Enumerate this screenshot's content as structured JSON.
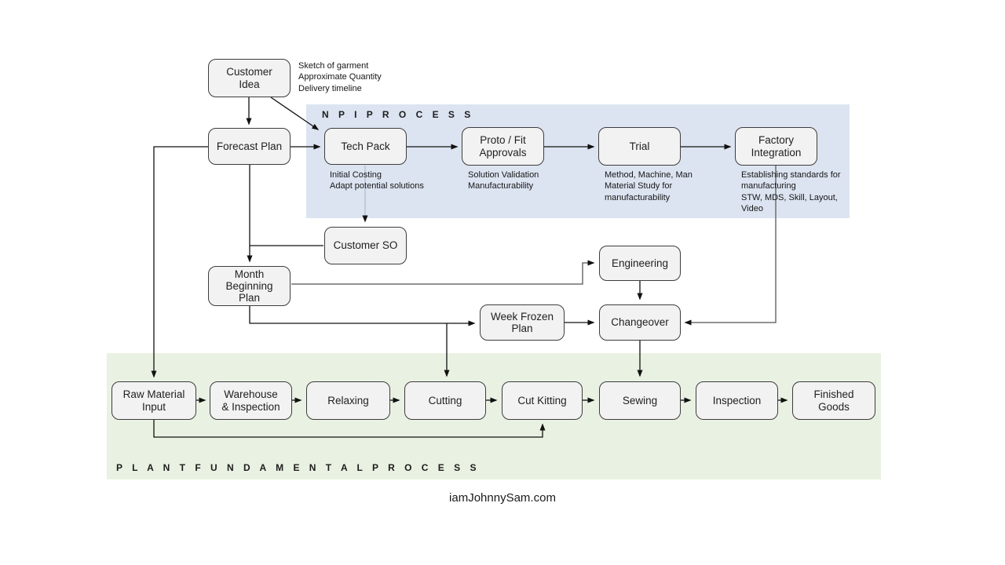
{
  "diagram": {
    "regions": {
      "npi": "N P I   P R O C E S S",
      "plant": "P L A N T   F U N D A M E N T A L   P R O C E S S"
    },
    "nodes": {
      "customer_idea": "Customer\nIdea",
      "forecast_plan": "Forecast Plan",
      "tech_pack": "Tech Pack",
      "proto_fit": "Proto / Fit\nApprovals",
      "trial": "Trial",
      "factory_integration": "Factory\nIntegration",
      "customer_so": "Customer SO",
      "month_beginning_plan": "Month\nBeginning\nPlan",
      "engineering": "Engineering",
      "week_frozen_plan": "Week Frozen\nPlan",
      "changeover": "Changeover",
      "raw_material_input": "Raw Material\nInput",
      "warehouse_inspection": "Warehouse\n& Inspection",
      "relaxing": "Relaxing",
      "cutting": "Cutting",
      "cut_kitting": "Cut Kitting",
      "sewing": "Sewing",
      "inspection": "Inspection",
      "finished_goods": "Finished\nGoods"
    },
    "notes": {
      "customer_idea": [
        "Sketch of garment",
        "Approximate Quantity",
        "Delivery timeline"
      ],
      "tech_pack": [
        "Initial Costing",
        "Adapt potential solutions"
      ],
      "proto_fit": [
        "Solution Validation",
        "Manufacturability"
      ],
      "trial": [
        "Method, Machine, Man",
        "Material Study for",
        "manufacturability"
      ],
      "factory_integration": [
        "Establishing standards for",
        "manufacturing",
        "STW, MDS, Skill, Layout,",
        "Video"
      ]
    },
    "footer": "iamJohnnySam.com",
    "colors": {
      "npi_region_bg": "#dce4f1",
      "plant_region_bg": "#e9f1e2",
      "node_fill": "#f2f2f2",
      "node_border": "#3d3d3d",
      "connector": "#111111",
      "connector_gray": "#6e6e6e",
      "connector_light": "#aab2c0"
    }
  }
}
